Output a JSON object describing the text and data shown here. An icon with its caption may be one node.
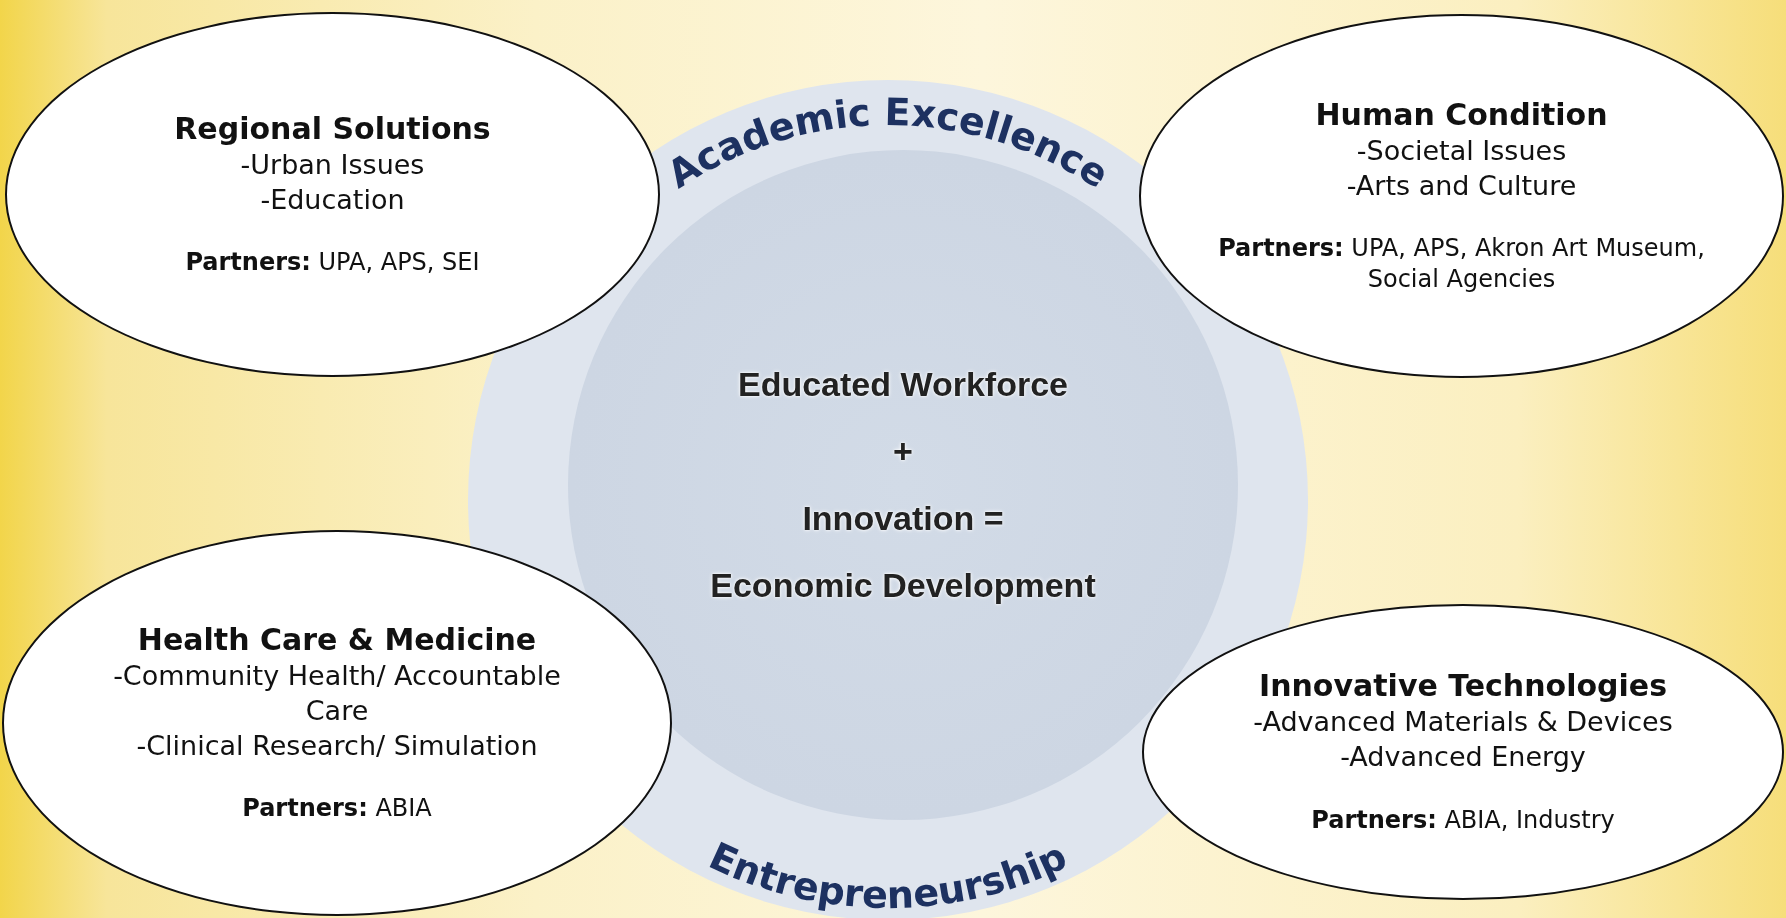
{
  "diagram": {
    "nodes": [
      {
        "text": [
          "Academic Excellence",
          "Entrepreneurship"
        ]
      },
      {
        "text": [
          "Educated Workforce",
          "+",
          "Innovation =",
          "Economic Development"
        ],
        "in": 0
      },
      {
        "text": [
          "Regional Solutions",
          "-Urban Issues",
          "-Education",
          "**Partners:** UPA, APS, SEI"
        ]
      },
      {
        "text": [
          "Human Condition",
          "-Societal Issues",
          "-Arts and Culture",
          "**Partners:** UPA, APS, Akron Art Museum, Social Agencies"
        ]
      },
      {
        "text": [
          "Health Care & Medicine",
          "-Community Health/ Accountable Care",
          "-Clinical Research/ Simulation",
          "**Partners:** ABIA"
        ]
      },
      {
        "text": [
          "Innovative Technologies",
          "-Advanced Materials & Devices",
          "-Advanced Energy",
          "**Partners:** ABIA, Industry"
        ]
      }
    ]
  }
}
